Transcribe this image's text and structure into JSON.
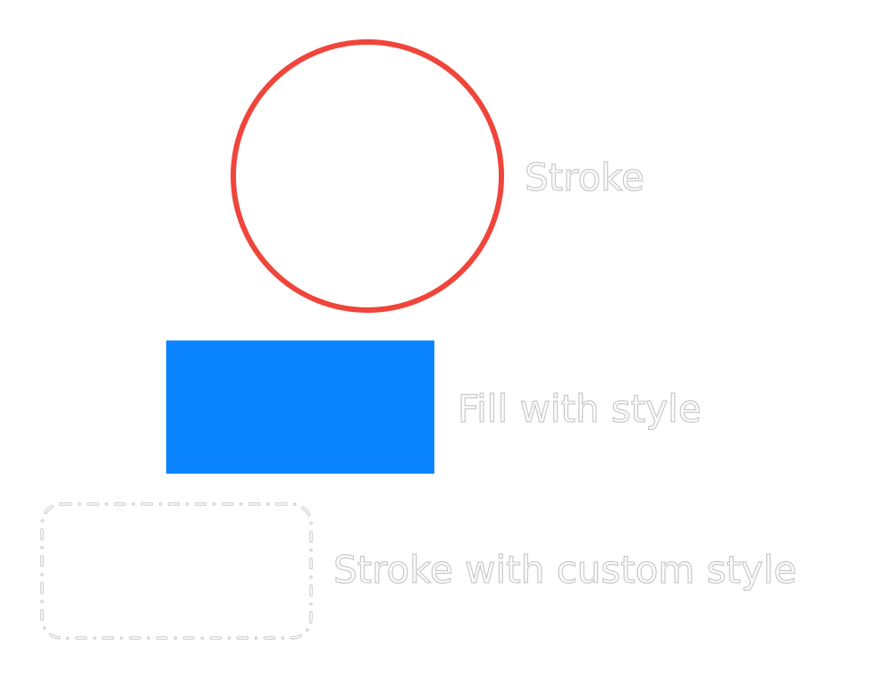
{
  "shapes": {
    "circle": {
      "label": "Stroke",
      "stroke_color": "#F0453B"
    },
    "rectangle": {
      "label": "Fill with style",
      "fill_color": "#0A84FF"
    },
    "rounded_rectangle": {
      "label": "Stroke with custom style",
      "stroke_color": "#C8C8C8",
      "stroke_style": "dash-dot"
    }
  }
}
